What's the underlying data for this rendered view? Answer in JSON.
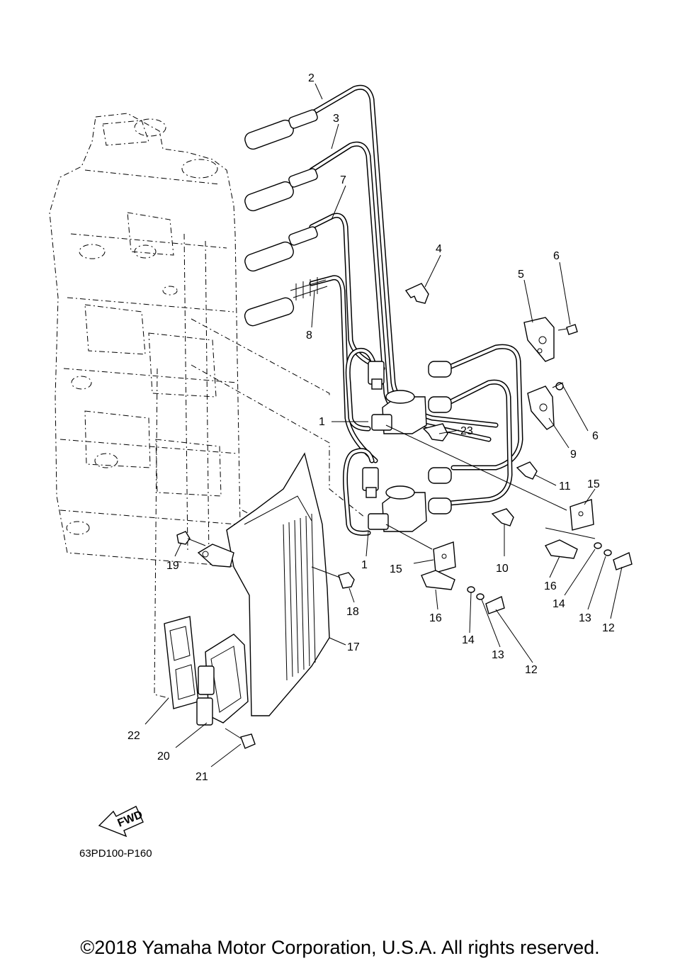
{
  "diagram_code": "63PD100-P160",
  "copyright": "©2018 Yamaha Motor Corporation, U.S.A. All rights reserved.",
  "fwd_label": "FWD",
  "callouts": {
    "c1a": "1",
    "c1b": "1",
    "c2": "2",
    "c3": "3",
    "c4": "4",
    "c5": "5",
    "c6a": "6",
    "c6b": "6",
    "c7": "7",
    "c8": "8",
    "c9": "9",
    "c10": "10",
    "c11": "11",
    "c12a": "12",
    "c12b": "12",
    "c13a": "13",
    "c13b": "13",
    "c14a": "14",
    "c14b": "14",
    "c15a": "15",
    "c15b": "15",
    "c16a": "16",
    "c16b": "16",
    "c17": "17",
    "c18": "18",
    "c19": "19",
    "c20": "20",
    "c21": "21",
    "c22": "22",
    "c23": "23"
  }
}
